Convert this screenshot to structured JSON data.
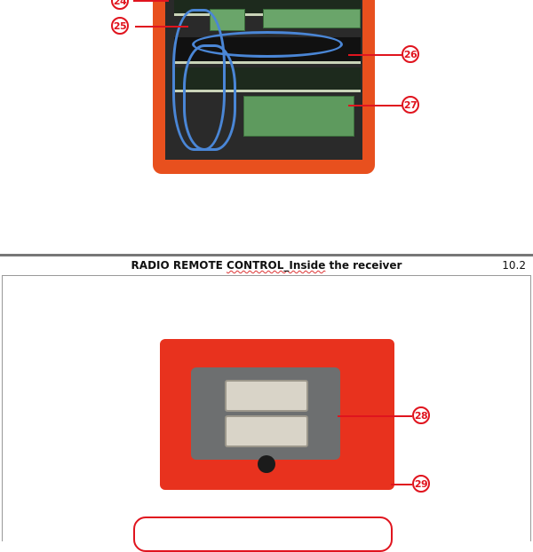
{
  "header": {
    "title_prefix": "RADIO REMOTE ",
    "title_underlined": "CONTROL_Inside",
    "title_suffix": " the receiver",
    "page_number": "10.2"
  },
  "callouts_top": [
    "24",
    "25",
    "26",
    "27"
  ],
  "callouts_bottom": [
    "28",
    "29"
  ],
  "colors": {
    "callout": "#e0141e",
    "housing": "#e8501e"
  }
}
